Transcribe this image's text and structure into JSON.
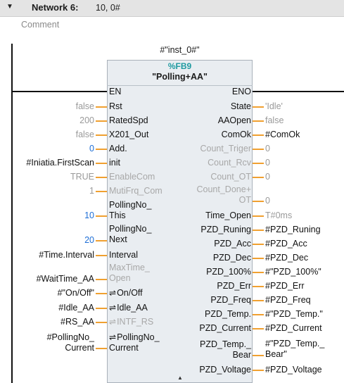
{
  "network": {
    "collapse_icon": "triangle-down-icon",
    "title": "Network 6:",
    "name": "10, 0#",
    "comment": "Comment"
  },
  "block": {
    "instance": "#\"inst_0#\"",
    "type": "%FB9",
    "name": "\"Polling+AA\""
  },
  "en": "EN",
  "eno": "ENO",
  "inputs": [
    {
      "pin": "Rst",
      "arg": "false"
    },
    {
      "pin": "RatedSpd",
      "arg": "200"
    },
    {
      "pin": "X201_Out",
      "arg": "false"
    },
    {
      "pin": "Add.",
      "arg": "0"
    },
    {
      "pin": "init",
      "arg": "#Iniatia.FirstScan"
    },
    {
      "pin": "EnableCom",
      "arg": "TRUE"
    },
    {
      "pin": "MutiFrq_Com",
      "arg": "1"
    },
    {
      "pin1": "PollingNo_",
      "pin2": "This",
      "arg": "10"
    },
    {
      "pin1": "PollingNo_",
      "pin2": "Next",
      "arg": "20"
    },
    {
      "pin": "Interval",
      "arg": "#Time.Interval"
    },
    {
      "pin1": "MaxTime_",
      "pin2": "Open",
      "arg": "#WaitTime_AA"
    },
    {
      "pin": "On/Off",
      "arg": "#\"On/Off\""
    },
    {
      "pin": "Idle_AA",
      "arg": "#Idle_AA"
    },
    {
      "pin": "INTF_RS",
      "arg": "#RS_AA"
    },
    {
      "pin1": "PollingNo_",
      "pin2": "Current",
      "arg1": "#PollingNo_",
      "arg2": "Current"
    }
  ],
  "outputs": [
    {
      "pin": "State",
      "arg": "'Idle'"
    },
    {
      "pin": "AAOpen",
      "arg": "false"
    },
    {
      "pin": "ComOk",
      "arg": "#ComOk"
    },
    {
      "pin": "Count_Triger",
      "arg": "0"
    },
    {
      "pin": "Count_Rcv",
      "arg": "0"
    },
    {
      "pin": "Count_OT",
      "arg": "0"
    },
    {
      "pin1": "Count_Done+",
      "pin2": "OT",
      "arg": "0"
    },
    {
      "pin": "Time_Open",
      "arg": "T#0ms"
    },
    {
      "pin": "PZD_Runing",
      "arg": "#PZD_Runing"
    },
    {
      "pin": "PZD_Acc",
      "arg": "#PZD_Acc"
    },
    {
      "pin": "PZD_Dec",
      "arg": "#PZD_Dec"
    },
    {
      "pin": "PZD_100%",
      "arg": "#\"PZD_100%\""
    },
    {
      "pin": "PZD_Err",
      "arg": "#PZD_Err"
    },
    {
      "pin": "PZD_Freq",
      "arg": "#PZD_Freq"
    },
    {
      "pin": "PZD_Temp.",
      "arg": "#\"PZD_Temp.\""
    },
    {
      "pin": "PZD_Current",
      "arg": "#PZD_Current"
    },
    {
      "pin1": "PZD_Temp._",
      "pin2": "Bear",
      "arg1": "#\"PZD_Temp._",
      "arg2": "Bear\""
    },
    {
      "pin": "PZD_Voltage",
      "arg": "#PZD_Voltage"
    }
  ],
  "inout_icon": "in-out-arrows-icon",
  "colors": {
    "stub": "#f0a030",
    "fb_type": "#1e9aa0",
    "literal_blue": "#1f6fd6",
    "box": "#e9edf1"
  }
}
